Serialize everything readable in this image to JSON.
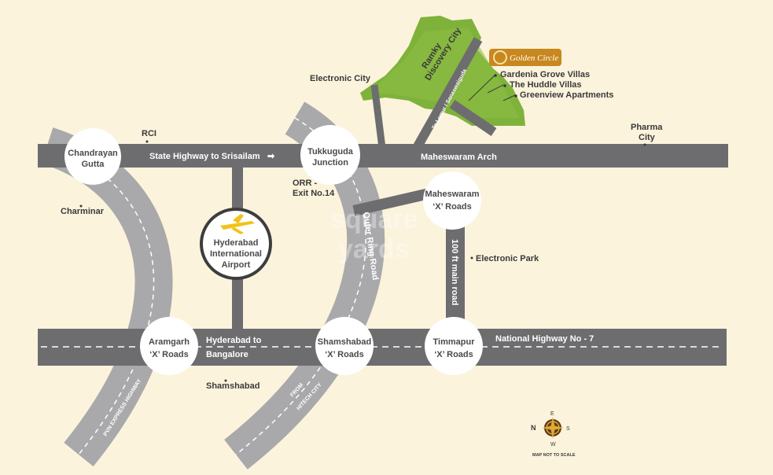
{
  "roads": {
    "state_highway": "State Highway to Srisailam",
    "national_highway": "National Highway No - 7",
    "hyd_bangalore_1": "Hyderabad to",
    "hyd_bangalore_2": "Bangalore",
    "outer_ring_road": "Outer Ring Road",
    "main_road_100ft": "100 ft main road",
    "to_lemur": "To Lemur / Sanaswaiguda",
    "pvn_express": "PVN EXPRESS HIGHWAY",
    "from_hitech_1": "FROM",
    "from_hitech_2": "HITECH CITY",
    "arrow": "➡"
  },
  "junctions": {
    "chandrayan_1": "Chandrayan",
    "chandrayan_2": "Gutta",
    "tukkuguda_1": "Tukkuguda",
    "tukkuguda_2": "Junction",
    "maheswaram_x_1": "Maheswaram",
    "maheswaram_x_2": "‘X’ Roads",
    "aramgarh_1": "Aramgarh",
    "aramgarh_2": "‘X’ Roads",
    "shamshabad_x_1": "Shamshabad",
    "shamshabad_x_2": "‘X’ Roads",
    "timmapur_1": "Timmapur",
    "timmapur_2": "‘X’ Roads",
    "airport_1": "Hyderabad",
    "airport_2": "International",
    "airport_3": "Airport"
  },
  "places": {
    "rci": "RCI",
    "charminar": "Charminar",
    "electronic_city": "Electronic City",
    "pharma_1": "Pharma",
    "pharma_2": "City",
    "orr_exit_1": "ORR -",
    "orr_exit_2": "Exit No.14",
    "maheswaram_arch": "Maheswaram Arch",
    "electronic_park": "Electronic Park",
    "shamshabad": "Shamshabad",
    "ramky_1": "Ramky",
    "ramky_2": "Discovery City"
  },
  "projects": {
    "brand": "Golden Circle",
    "items": [
      "Gardenia Grove Villas",
      "The Huddle Villas",
      "Greenview Apartments"
    ]
  },
  "compass": {
    "n": "N",
    "s": "S",
    "e": "E",
    "w": "W",
    "note": "MAP NOT TO SCALE"
  },
  "watermark": {
    "line1": "square",
    "line2": "yards"
  },
  "colors": {
    "background": "#fbf3dc",
    "road": "#6d6d6f",
    "curve_road": "#a9a9ab",
    "land": "#7fb23a",
    "brand": "#c8871f"
  }
}
